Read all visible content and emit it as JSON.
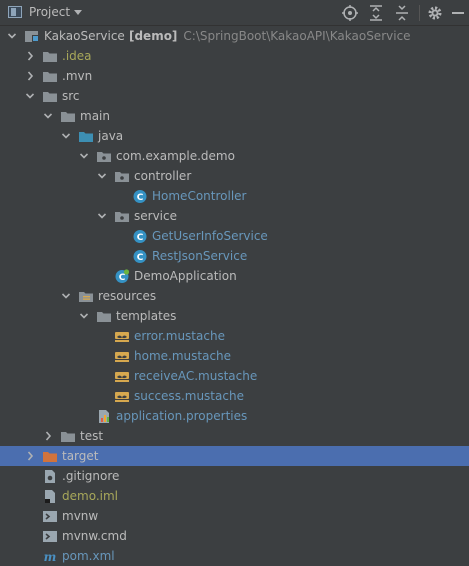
{
  "toolbar": {
    "title": "Project",
    "buttons": [
      "locate-icon",
      "expand-all-icon",
      "collapse-all-icon",
      "gear-icon",
      "minimize-icon"
    ]
  },
  "colors": {
    "background": "#3c3f41",
    "selection": "#4b6eaf",
    "text": "#bbbbbb",
    "link": "#6897bb",
    "ignored": "#a8a85a",
    "folder": "#8a9196",
    "source_folder": "#3d8fb3",
    "excluded_folder": "#d1733c"
  },
  "tree": [
    {
      "depth": 0,
      "expanded": true,
      "icon": "module-icon",
      "label": "KakaoService",
      "bold_label": "[demo]",
      "sub": "C:\\SpringBoot\\KakaoAPI\\KakaoService",
      "color": "#bbbbbb"
    },
    {
      "depth": 1,
      "expanded": false,
      "icon": "folder-icon",
      "label": ".idea",
      "color": "#a8a85a"
    },
    {
      "depth": 1,
      "expanded": false,
      "icon": "folder-icon",
      "label": ".mvn",
      "color": "#bbbbbb"
    },
    {
      "depth": 1,
      "expanded": true,
      "icon": "folder-icon",
      "label": "src",
      "color": "#bbbbbb"
    },
    {
      "depth": 2,
      "expanded": true,
      "icon": "folder-icon",
      "label": "main",
      "color": "#bbbbbb"
    },
    {
      "depth": 3,
      "expanded": true,
      "icon": "source-folder-icon",
      "label": "java",
      "color": "#bbbbbb"
    },
    {
      "depth": 4,
      "expanded": true,
      "icon": "package-icon",
      "label": "com.example.demo",
      "color": "#bbbbbb"
    },
    {
      "depth": 5,
      "expanded": true,
      "icon": "package-icon",
      "label": "controller",
      "color": "#bbbbbb"
    },
    {
      "depth": 6,
      "icon": "java-class-icon",
      "label": "HomeController",
      "color": "#6897bb"
    },
    {
      "depth": 5,
      "expanded": true,
      "icon": "package-icon",
      "label": "service",
      "color": "#bbbbbb"
    },
    {
      "depth": 6,
      "icon": "java-class-icon",
      "label": "GetUserInfoService",
      "color": "#6897bb"
    },
    {
      "depth": 6,
      "icon": "java-class-icon",
      "label": "RestJsonService",
      "color": "#6897bb"
    },
    {
      "depth": 5,
      "icon": "spring-app-icon",
      "label": "DemoApplication",
      "color": "#bbbbbb"
    },
    {
      "depth": 3,
      "expanded": true,
      "icon": "resources-folder-icon",
      "label": "resources",
      "color": "#bbbbbb"
    },
    {
      "depth": 4,
      "expanded": true,
      "icon": "folder-icon",
      "label": "templates",
      "color": "#bbbbbb"
    },
    {
      "depth": 5,
      "icon": "mustache-icon",
      "label": "error.mustache",
      "color": "#6897bb"
    },
    {
      "depth": 5,
      "icon": "mustache-icon",
      "label": "home.mustache",
      "color": "#6897bb"
    },
    {
      "depth": 5,
      "icon": "mustache-icon",
      "label": "receiveAC.mustache",
      "color": "#6897bb"
    },
    {
      "depth": 5,
      "icon": "mustache-icon",
      "label": "success.mustache",
      "color": "#6897bb"
    },
    {
      "depth": 4,
      "icon": "properties-icon",
      "label": "application.properties",
      "color": "#6897bb"
    },
    {
      "depth": 2,
      "expanded": false,
      "icon": "folder-icon",
      "label": "test",
      "color": "#bbbbbb"
    },
    {
      "depth": 1,
      "expanded": false,
      "icon": "excluded-folder-icon",
      "label": "target",
      "color": "#bbbbbb",
      "selected": true
    },
    {
      "depth": 1,
      "icon": "gitignore-icon",
      "label": ".gitignore",
      "color": "#bbbbbb"
    },
    {
      "depth": 1,
      "icon": "iml-icon",
      "label": "demo.iml",
      "color": "#a8a85a"
    },
    {
      "depth": 1,
      "icon": "script-icon",
      "label": "mvnw",
      "color": "#bbbbbb"
    },
    {
      "depth": 1,
      "icon": "script-icon",
      "label": "mvnw.cmd",
      "color": "#bbbbbb"
    },
    {
      "depth": 1,
      "icon": "maven-icon",
      "label": "pom.xml",
      "color": "#6897bb"
    }
  ]
}
